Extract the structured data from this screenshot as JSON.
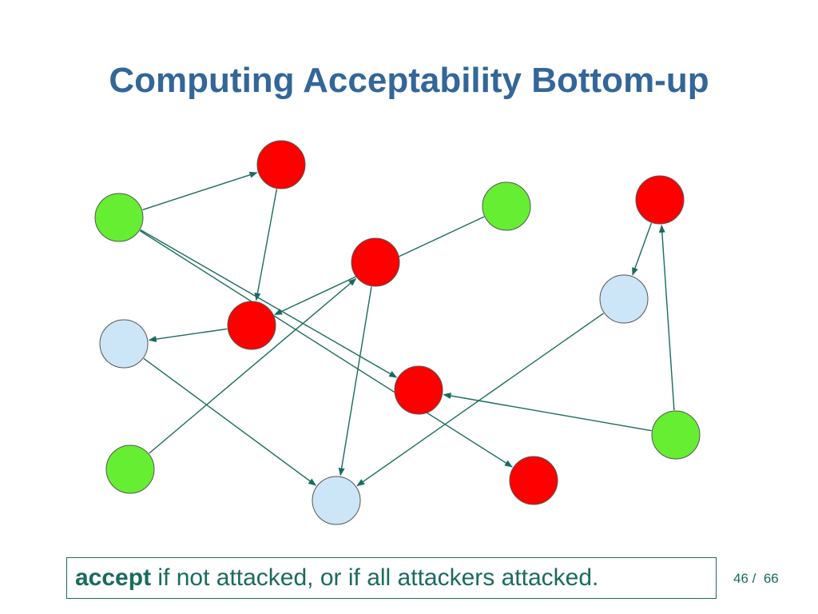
{
  "slide": {
    "title": "Computing Acceptability Bottom-up"
  },
  "rule": {
    "keyword": "accept",
    "text": " if not attacked, or if all attackers attacked."
  },
  "pagination": {
    "current": "46",
    "separator": " /  ",
    "total": "66"
  },
  "colors": {
    "title": "#336699",
    "edge": "#1a6b5e",
    "node_stroke": "#555555",
    "status": {
      "unattacked": "#66ee33",
      "defeated": "#ff0000",
      "defended": "#cce6f8"
    }
  },
  "diagram": {
    "nodes": [
      {
        "id": "n1",
        "status": "defeated"
      },
      {
        "id": "n2",
        "status": "unattacked"
      },
      {
        "id": "n3",
        "status": "defeated"
      },
      {
        "id": "n4",
        "status": "unattacked"
      },
      {
        "id": "n5",
        "status": "defeated"
      },
      {
        "id": "n6",
        "status": "unattacked"
      },
      {
        "id": "n7",
        "status": "defended"
      },
      {
        "id": "n8",
        "status": "defeated"
      },
      {
        "id": "n9",
        "status": "defended"
      },
      {
        "id": "n10",
        "status": "defeated"
      },
      {
        "id": "n11",
        "status": "unattacked"
      },
      {
        "id": "n12",
        "status": "unattacked"
      },
      {
        "id": "n13",
        "status": "defended"
      },
      {
        "id": "n14",
        "status": "defeated"
      }
    ],
    "edges": [
      {
        "from": "n2",
        "to": "n1"
      },
      {
        "from": "n1",
        "to": "n8"
      },
      {
        "from": "n4",
        "to": "n8"
      },
      {
        "from": "n8",
        "to": "n9"
      },
      {
        "from": "n9",
        "to": "n13"
      },
      {
        "from": "n12",
        "to": "n5"
      },
      {
        "from": "n5",
        "to": "n13"
      },
      {
        "from": "n2",
        "to": "n10"
      },
      {
        "from": "n2",
        "to": "n14"
      },
      {
        "from": "n3",
        "to": "n7"
      },
      {
        "from": "n7",
        "to": "n13"
      },
      {
        "from": "n11",
        "to": "n10"
      },
      {
        "from": "n11",
        "to": "n3"
      }
    ]
  }
}
